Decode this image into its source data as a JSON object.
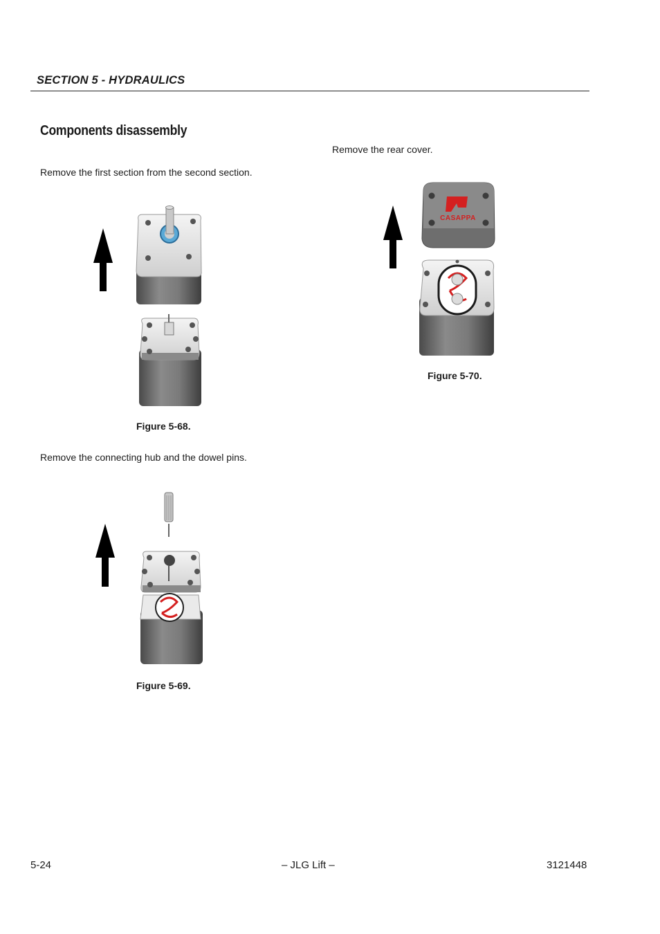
{
  "header": {
    "section_title": "SECTION 5 - HYDRAULICS"
  },
  "main": {
    "heading": "Components disassembly",
    "left_column": {
      "step1_text": "Remove the first section from the second section.",
      "figure1_caption": "Figure 5-68.",
      "step2_text": "Remove the connecting hub and the dowel pins.",
      "figure2_caption": "Figure 5-69."
    },
    "right_column": {
      "step3_text": "Remove the rear cover.",
      "figure3_caption": "Figure 5-70.",
      "cover_logo_text": "CASAPPA"
    }
  },
  "footer": {
    "page_number": "5-24",
    "center_text": "– JLG Lift –",
    "doc_number": "3121448"
  },
  "colors": {
    "accent_red": "#d42020",
    "body_gray": "#6f6f6f",
    "text": "#1a1a1a"
  }
}
